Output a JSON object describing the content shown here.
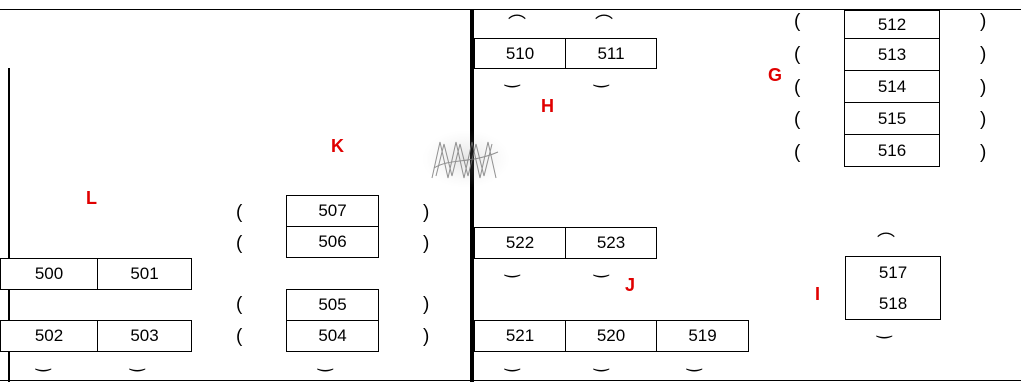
{
  "labels": {
    "G": "G",
    "H": "H",
    "I": "I",
    "J": "J",
    "K": "K",
    "L": "L",
    "color": "#e00000"
  },
  "boxes": {
    "b500": "500",
    "b501": "501",
    "b502": "502",
    "b503": "503",
    "b504": "504",
    "b505": "505",
    "b506": "506",
    "b507": "507",
    "b510": "510",
    "b511": "511",
    "b512": "512",
    "b513": "513",
    "b514": "514",
    "b515": "515",
    "b516": "516",
    "b517": "517",
    "b518": "518",
    "b519": "519",
    "b520": "520",
    "b521": "521",
    "b522": "522",
    "b523": "523"
  },
  "symbols": {
    "open_paren": "(",
    "close_paren": ")",
    "chair_top": "⌒",
    "chair_bottom": "‿"
  },
  "watermark": "pattern-watermark-icon"
}
